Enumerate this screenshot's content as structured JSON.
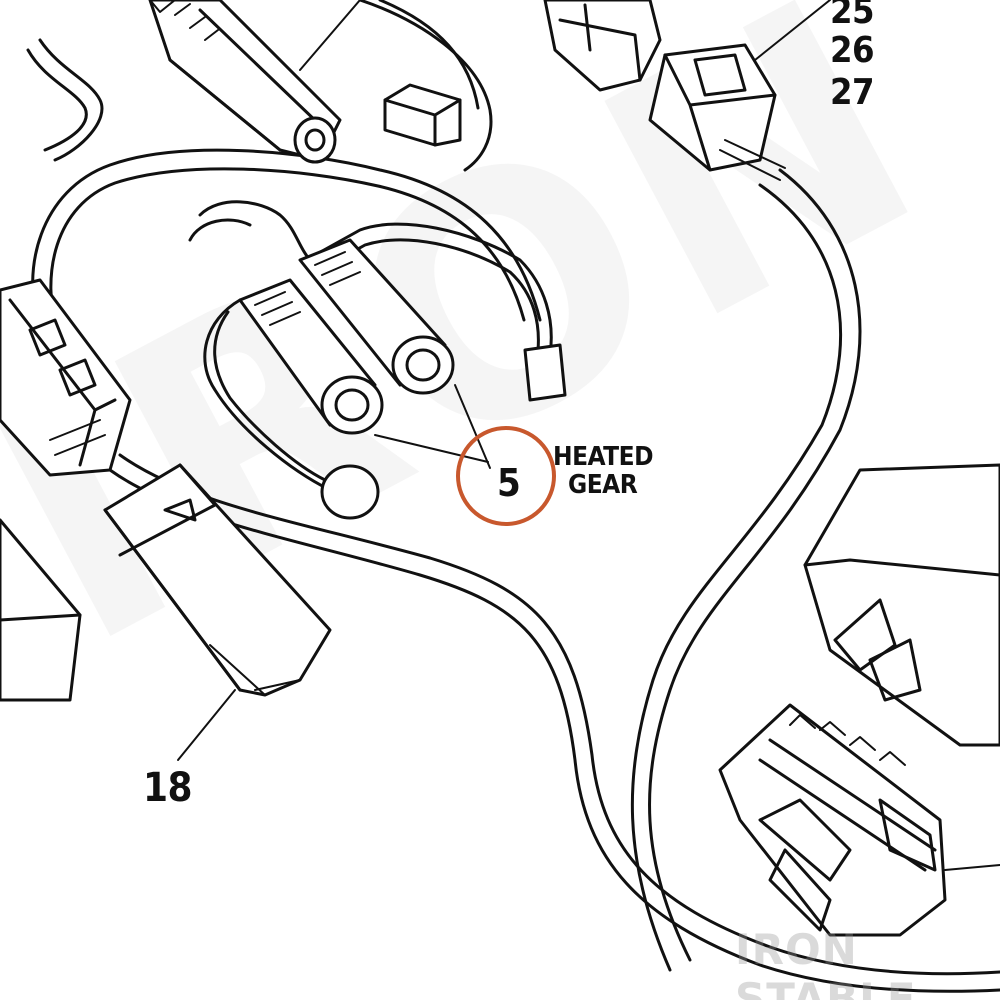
{
  "diagram": {
    "callouts": {
      "c25": "25",
      "c26": "26",
      "c27": "27",
      "c18": "18",
      "c5": "5"
    },
    "highlight_label": {
      "line1": "HEATED",
      "line2": "GEAR"
    },
    "highlight_color": "#c8582d",
    "watermark_corner": "IRON STABLE",
    "watermark_large": "IRON STABLE"
  }
}
